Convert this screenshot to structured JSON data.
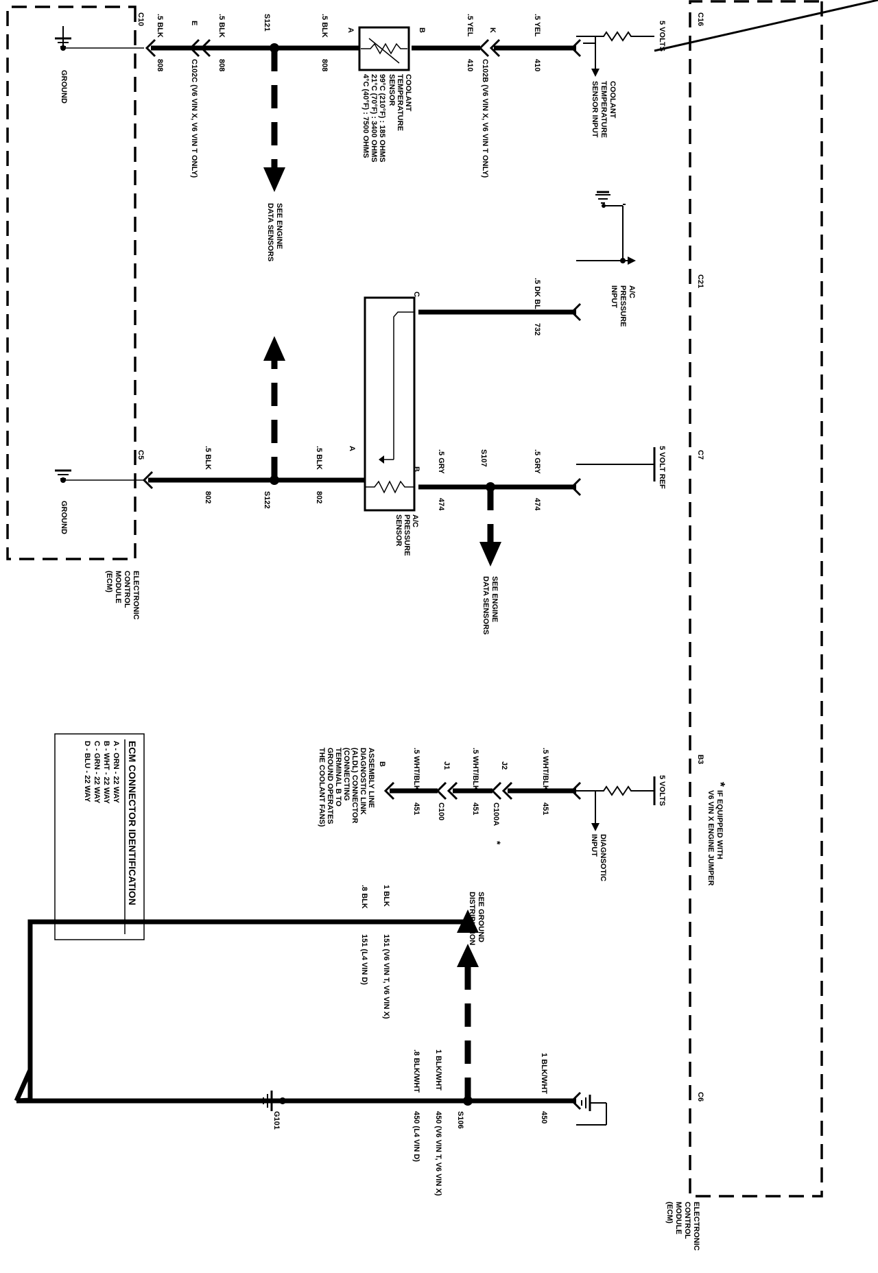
{
  "ecm_label": [
    "ELECTRONIC",
    "CONTROL",
    "MODULE",
    "(ECM)"
  ],
  "footnote": [
    "IF EQUIPPED WITH",
    "V6 VIN X ENGINE JUMPER"
  ],
  "five_volts": "5 VOLTS",
  "five_volt_ref": "5 VOLT REF",
  "ground": "GROUND",
  "coolant_input": [
    "COOLANT",
    "TEMPERATURE",
    "SENSOR INPUT"
  ],
  "ac_pressure_input": [
    "A/C",
    "PRESSURE",
    "INPUT"
  ],
  "diagnostic_input": [
    "DIAGNSOTIC",
    "INPUT"
  ],
  "ecm_terminals": {
    "c16": "C16",
    "c10": "C10",
    "c21": "C21",
    "c7": "C7",
    "c5": "C5",
    "b3": "B3",
    "c6": "C6"
  },
  "wires": {
    "yel": ".5 YEL",
    "blk": ".5 BLK",
    "dkblu": ".5 DK BLU",
    "gry": ".5 GRY",
    "whtblk": ".5 WHT/BLK",
    "n410": "410",
    "n808": "808",
    "n732": "732",
    "n474": "474",
    "n802": "802",
    "n451": "451",
    "blk1": "1 BLK",
    "blk8": ".8 BLK",
    "blkwht1": "1 BLK/WHT",
    "blkwht8": ".8 BLK/WHT",
    "n151_v6": "151 (V6 VIN T, V6 VIN X)",
    "n151_l4": "151 (L4 VIN D)",
    "n450": "450",
    "n450_v6": "450 (V6 VIN T, V6 VIN X)",
    "n450_l4": "450 (L4 VIN D)"
  },
  "connectors": {
    "c102b": "C102B (V6 VIN X, V6 VIN T ONLY)",
    "c102c": "C102C (V6 VIN X, V6 VIN T ONLY)",
    "c100a": "C100A",
    "c100": "C100",
    "pin_k": "K",
    "pin_e": "E",
    "pin_j2": "J2",
    "pin_j1": "J1",
    "pin_a": "A",
    "pin_b": "B",
    "pin_c": "C",
    "asterisk": "*"
  },
  "splices": {
    "s121": "S121",
    "s122": "S122",
    "s107": "S107",
    "s106": "S106",
    "g101": "G101"
  },
  "coolant_sensor": {
    "title": [
      "COOLANT",
      "TEMPERATURE",
      "SENSOR"
    ],
    "specs": [
      "99°C (210°F) : 185 OHMS",
      "21°C (70°F) : 3400 OHMS",
      "4°C (40°F) : 7500 OHMS"
    ]
  },
  "ac_sensor": [
    "A/C",
    "PRESSURE",
    "SENSOR"
  ],
  "see_engine": [
    "SEE ENGINE",
    "DATA SENSORS"
  ],
  "see_ground": [
    "SEE GROUND",
    "DISTRIBUTION"
  ],
  "aldl": [
    "ASSEMBLY LINE",
    "DIAGNOSTIC LINK",
    "(ALDL) CONNECTOR",
    "(CONNECTING",
    "TERMINAL B TO",
    "GROUND OPERATES",
    "THE COOLANT FANS)"
  ],
  "ecm_connector_id": {
    "title": "ECM CONNECTOR IDENTIFICATION",
    "items": [
      "A - ORN - 22 WAY",
      "B - WHT - 22 WAY",
      "C - GRN - 22 WAY",
      "D - BLU - 22 WAY"
    ]
  }
}
